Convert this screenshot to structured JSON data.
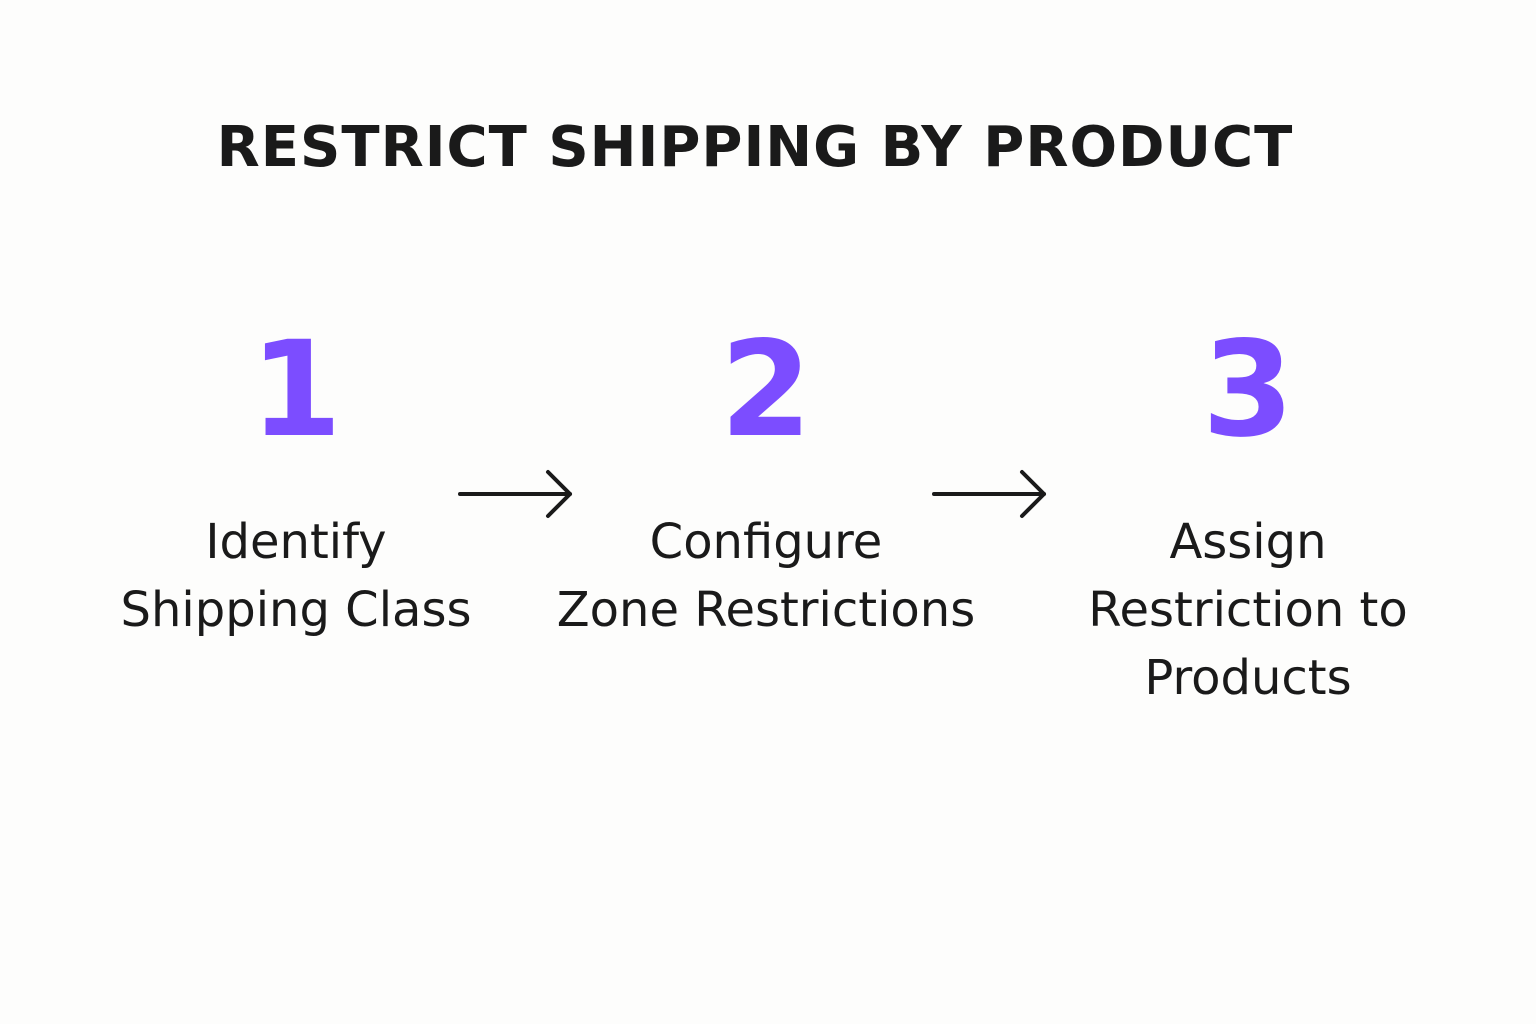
{
  "title": "RESTRICT SHIPPING BY PRODUCT",
  "accent_color": "#7c4dff",
  "text_color": "#1a1a1a",
  "steps": [
    {
      "number": "1",
      "label_lines": [
        "Identify",
        "Shipping Class"
      ]
    },
    {
      "number": "2",
      "label_lines": [
        "Configure",
        "Zone Restrictions"
      ]
    },
    {
      "number": "3",
      "label_lines": [
        "Assign",
        "Restriction to",
        "Products"
      ]
    }
  ],
  "connectors": [
    "right-arrow-icon",
    "right-arrow-icon"
  ]
}
